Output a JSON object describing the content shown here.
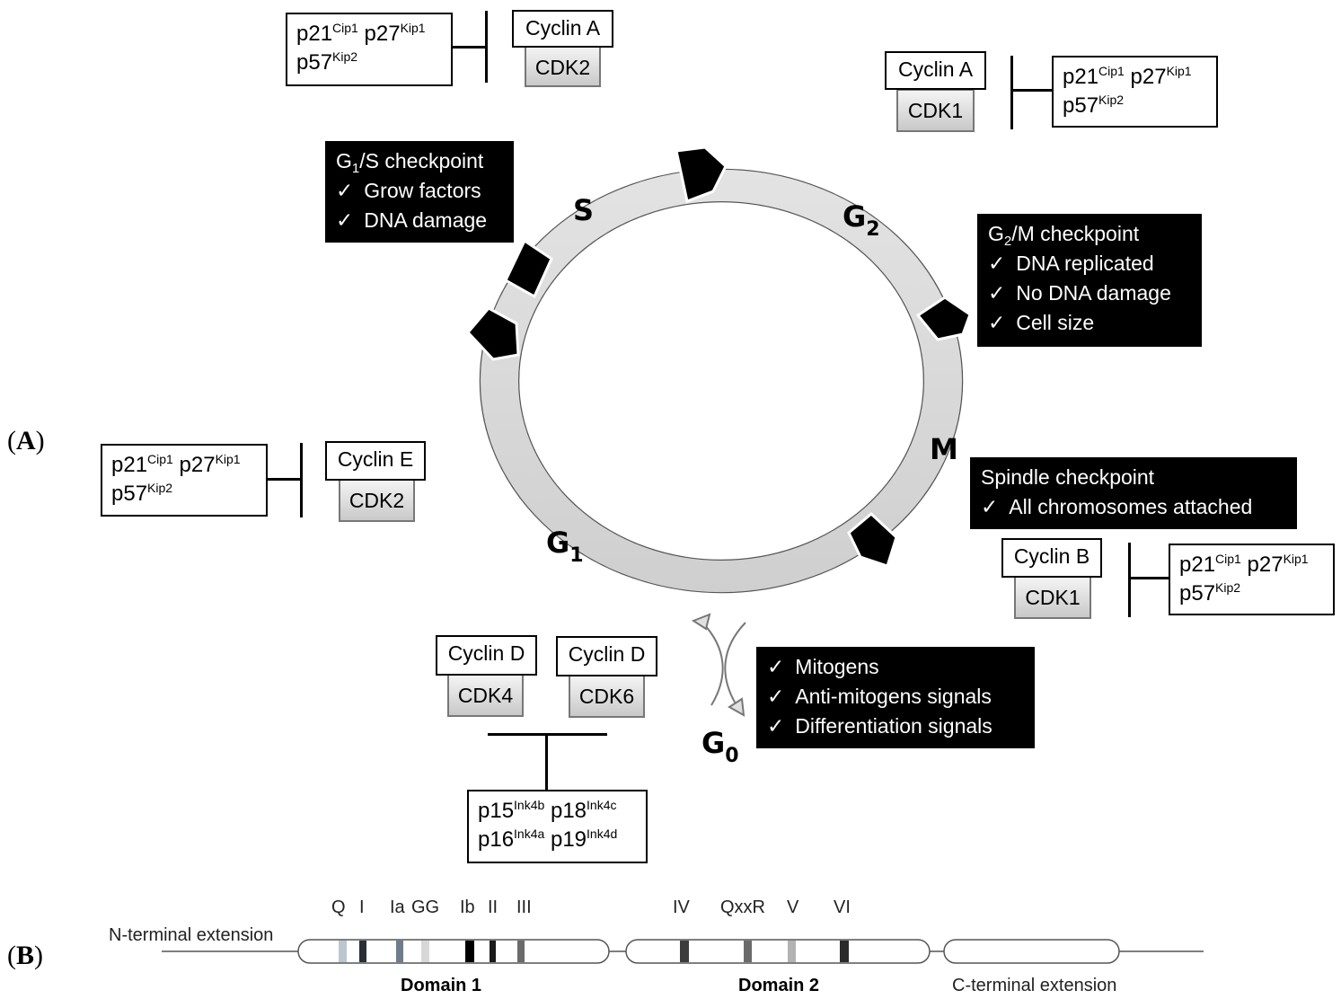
{
  "panels": {
    "a": "A",
    "b": "B"
  },
  "inhibitors": {
    "cip_kip": {
      "a": "p21",
      "a_sup": "Cip1",
      "b": "p27",
      "b_sup": "Kip1",
      "c": "p57",
      "c_sup": "Kip2"
    },
    "ink4": {
      "a": "p15",
      "a_sup": "Ink4b",
      "b": "p18",
      "b_sup": "Ink4c",
      "c": "p16",
      "c_sup": "Ink4a",
      "d": "p19",
      "d_sup": "Ink4d"
    }
  },
  "complexes": {
    "top": {
      "cyclin": "Cyclin A",
      "cdk": "CDK2"
    },
    "right_top": {
      "cyclin": "Cyclin A",
      "cdk": "CDK1"
    },
    "left": {
      "cyclin": "Cyclin E",
      "cdk": "CDK2"
    },
    "right": {
      "cyclin": "Cyclin B",
      "cdk": "CDK1"
    },
    "bottom1": {
      "cyclin": "Cyclin D",
      "cdk": "CDK4"
    },
    "bottom2": {
      "cyclin": "Cyclin D",
      "cdk": "CDK6"
    }
  },
  "checkpoints": {
    "g1s": {
      "pre": "G",
      "sub": "1",
      "post": "/S checkpoint",
      "items": [
        "Grow factors",
        "DNA damage"
      ]
    },
    "g2m": {
      "pre": "G",
      "sub": "2",
      "post": "/M checkpoint",
      "items": [
        "DNA replicated",
        "No DNA damage",
        "Cell size"
      ]
    },
    "spindle": {
      "title": "Spindle checkpoint",
      "items": [
        "All chromosomes attached"
      ]
    },
    "g0": {
      "items": [
        "Mitogens",
        "Anti-mitogens signals",
        "Differentiation signals"
      ]
    }
  },
  "phases": {
    "s": "S",
    "m": "M",
    "g1": {
      "main": "G",
      "sub": "1"
    },
    "g2": {
      "main": "G",
      "sub": "2"
    },
    "g0": {
      "main": "G",
      "sub": "0"
    }
  },
  "protein": {
    "n_term": "N-terminal extension",
    "c_term": "C-terminal extension",
    "domain1": "Domain 1",
    "domain2": "Domain 2",
    "motifs": [
      "Q",
      "I",
      "Ia",
      "GG",
      "Ib",
      "II",
      "III",
      "IV",
      "QxxR",
      "V",
      "VI"
    ]
  }
}
